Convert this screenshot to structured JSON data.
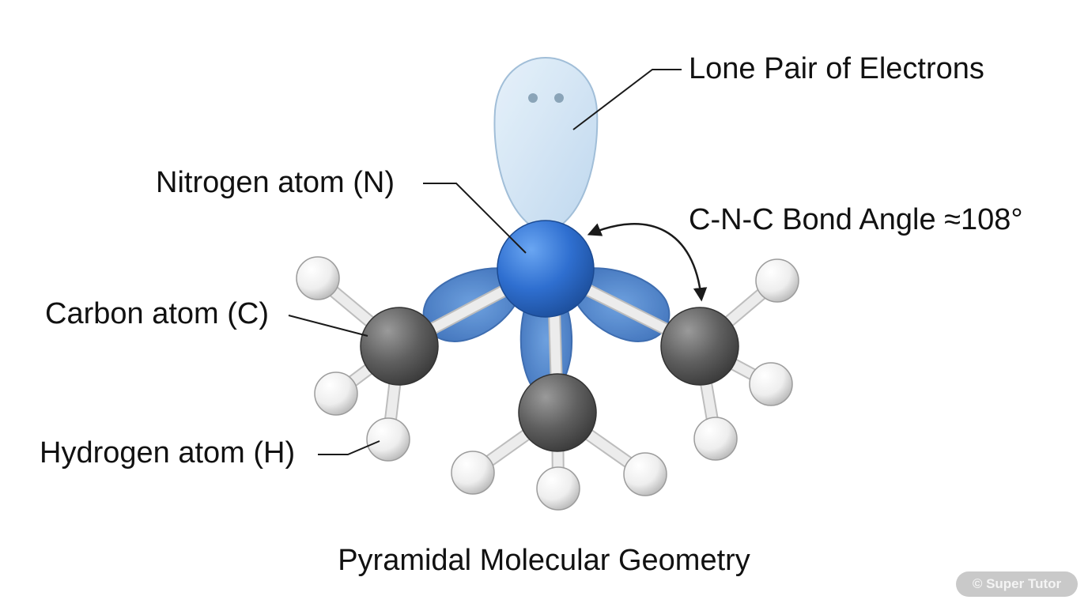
{
  "labels": {
    "lone_pair": "Lone Pair of Electrons",
    "nitrogen": "Nitrogen atom (N)",
    "bond_angle": "C-N-C Bond Angle ≈108°",
    "carbon": "Carbon atom (C)",
    "hydrogen": "Hydrogen atom (H)"
  },
  "title": "Pyramidal Molecular Geometry",
  "watermark": "© Super Tutor",
  "colors": {
    "nitrogen": "#2f6fd0",
    "lobe": "#3d7ccb",
    "lone_pair": "#cfe3f3",
    "carbon": "#5f5f5f",
    "hydrogen": "#eeeeee",
    "bond": "#ececec",
    "leader": "#1a1a1a"
  }
}
